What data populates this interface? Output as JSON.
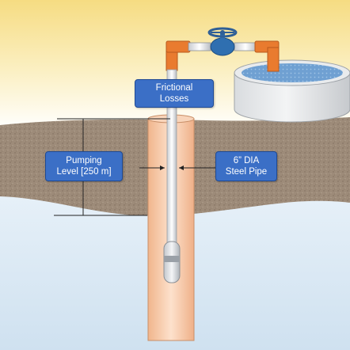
{
  "callouts": {
    "frictional_losses": {
      "line1": "Frictional",
      "line2": "Losses"
    },
    "pumping_level": {
      "line1": "Pumping",
      "line2": "Level [250 m]"
    },
    "steel_pipe": {
      "line1": "6” DIA",
      "line2": "Steel Pipe"
    }
  },
  "colors": {
    "sky_top": "#f7df86",
    "sky_bottom": "#ffffff",
    "ground": "#9c8a78",
    "water": "#d8e8f4",
    "casing": "#f3c7a4",
    "pipe_orange": "#e97b2f",
    "valve": "#2f6fb0",
    "callout_fill": "#3b6fc6",
    "callout_border": "#1f4a94"
  },
  "icons": [
    "gate-valve-icon",
    "submersible-pump-icon",
    "storage-tank-icon"
  ]
}
